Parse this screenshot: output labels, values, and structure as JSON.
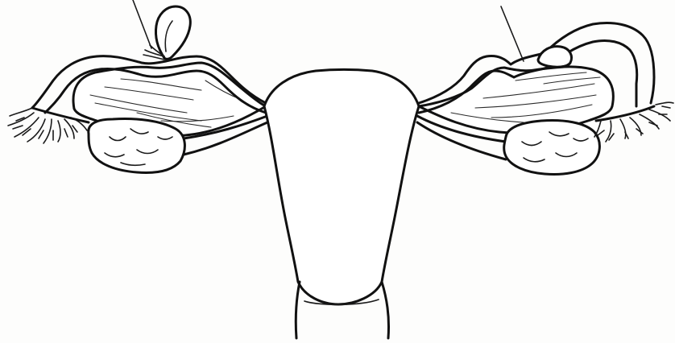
{
  "figure": {
    "ink_color": "#111111",
    "paper_color": "#fdfdfc",
    "structures": [
      "uterus-body",
      "cervix",
      "left-fallopian-tube",
      "right-fallopian-tube",
      "left-ovary",
      "right-ovary",
      "left-fimbriae",
      "right-fimbriae",
      "left-broad-ligament",
      "right-broad-ligament",
      "left-ovarian-ligament",
      "right-ovarian-ligament",
      "hydatid-cyst",
      "left-pointer-line",
      "right-pointer-line"
    ]
  }
}
